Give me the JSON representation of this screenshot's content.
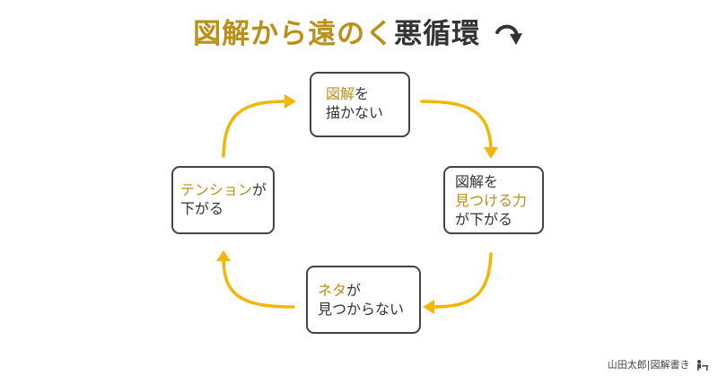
{
  "title": {
    "part1": "図解から遠のく",
    "part2": "悪循環",
    "arrow_icon": "curved-arrow-down-icon"
  },
  "cycle": {
    "top": {
      "hl": "図解",
      "rest": "を",
      "line2": "描かない"
    },
    "right": {
      "line1": "図解を",
      "line2": "見つける力",
      "line3": "が下がる"
    },
    "bottom": {
      "hl": "ネタ",
      "rest": "が",
      "line2": "見つからない"
    },
    "left": {
      "hl": "テンション",
      "rest": "が",
      "line2": "下がる"
    }
  },
  "colors": {
    "accent": "#b8901a",
    "arrow": "#f2b705",
    "text": "#333333",
    "border": "#444444"
  },
  "credit": {
    "text": "山田太郎|図解書き",
    "icon": "person-at-desk-icon"
  }
}
